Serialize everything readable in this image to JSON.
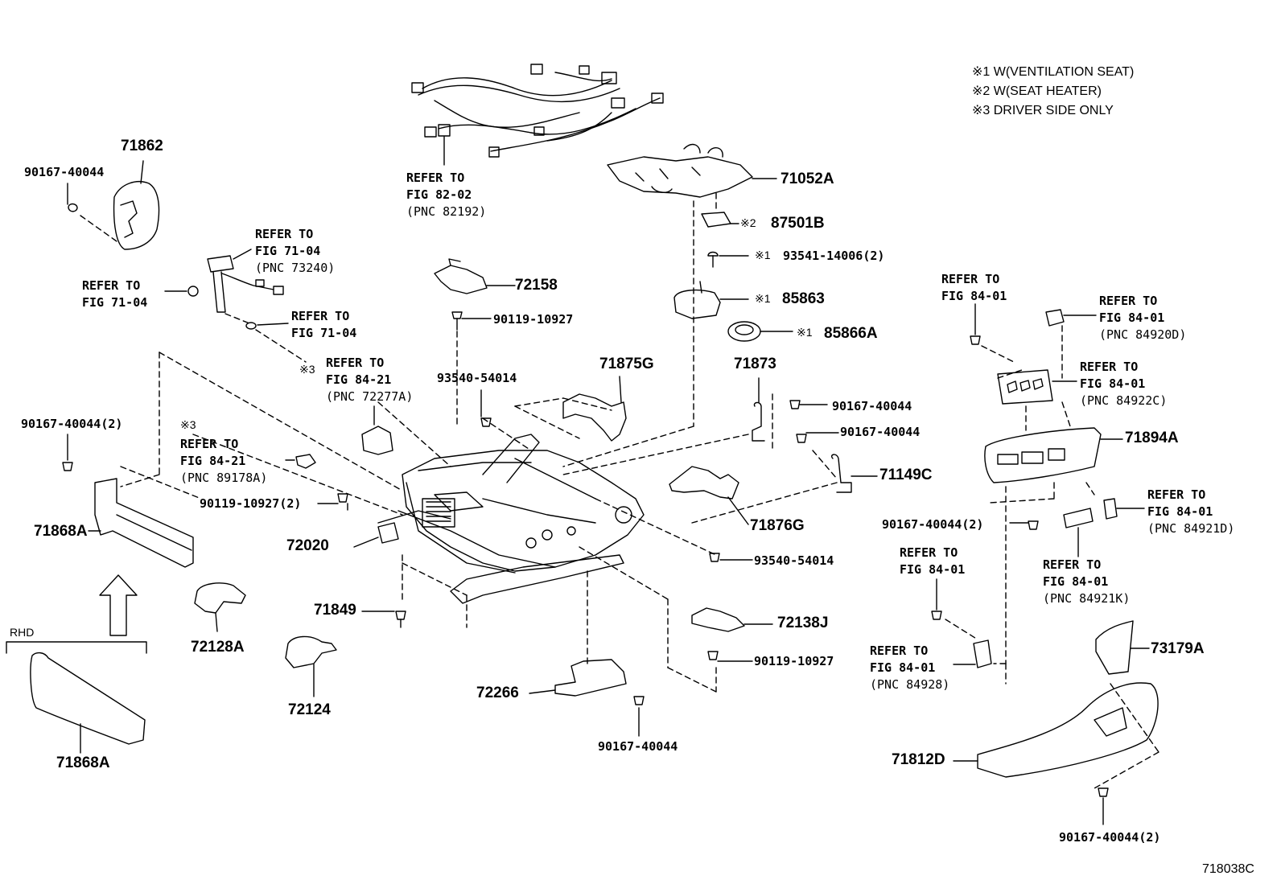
{
  "legend": [
    "※1  W(VENTILATION  SEAT)",
    "※2  W(SEAT  HEATER)",
    "※3  DRIVER SIDE ONLY"
  ],
  "figure_code": "718038C",
  "labels": {
    "p71862": "71862",
    "p71052A": "71052A",
    "p87501B": "87501B",
    "p93541": "93541-14006(2)",
    "p72158": "72158",
    "p90119_a": "90119-10927",
    "p85863": "85863",
    "p85866A": "85866A",
    "p90167_a": "90167-40044",
    "p93540_a": "93540-54014",
    "p71875G": "71875G",
    "p71873": "71873",
    "p90167_b": "90167-40044",
    "p90167_c": "90167-40044",
    "p71149C": "71149C",
    "p71894A": "71894A",
    "p90167_2a": "90167-40044(2)",
    "p71868A_a": "71868A",
    "p90119_2": "90119-10927(2)",
    "p72020": "72020",
    "p71876G": "71876G",
    "p93540_b": "93540-54014",
    "p90167_d": "90167-40044(2)",
    "p71849": "71849",
    "p72128A": "72128A",
    "p72124": "72124",
    "p72138J": "72138J",
    "p90119_b": "90119-10927",
    "p72266": "72266",
    "p90167_e": "90167-40044",
    "p71868A_b": "71868A",
    "p73179A": "73179A",
    "p71812D": "71812D",
    "p90167_f": "90167-40044(2)",
    "rhd": "RHD",
    "mark3": "※3",
    "mark2": "※2",
    "mark1a": "※1",
    "mark1b": "※1",
    "mark1c": "※1",
    "mark3b": "※3"
  },
  "refs": {
    "r82": [
      "REFER TO",
      "FIG 82-02",
      "(PNC 82192)"
    ],
    "r7104a": [
      "REFER TO",
      "FIG 71-04",
      "(PNC 73240)"
    ],
    "r7104b": [
      "REFER TO",
      "FIG 71-04"
    ],
    "r7104c": [
      "REFER TO",
      "FIG 71-04"
    ],
    "r8421a": [
      "REFER TO",
      "FIG 84-21",
      "(PNC 72277A)"
    ],
    "r8421b": [
      "REFER TO",
      "FIG 84-21",
      "(PNC 89178A)"
    ],
    "r8401a": [
      "REFER TO",
      "FIG 84-01"
    ],
    "r8401b": [
      "REFER TO",
      "FIG 84-01",
      "(PNC 84920D)"
    ],
    "r8401c": [
      "REFER TO",
      "FIG 84-01",
      "(PNC 84922C)"
    ],
    "r8401d": [
      "REFER TO",
      "FIG 84-01",
      "(PNC 84921D)"
    ],
    "r8401e": [
      "REFER TO",
      "FIG 84-01",
      "(PNC 84921K)"
    ],
    "r8401f": [
      "REFER TO",
      "FIG 84-01"
    ],
    "r8401g": [
      "REFER TO",
      "FIG 84-01",
      "(PNC 84928)"
    ]
  }
}
